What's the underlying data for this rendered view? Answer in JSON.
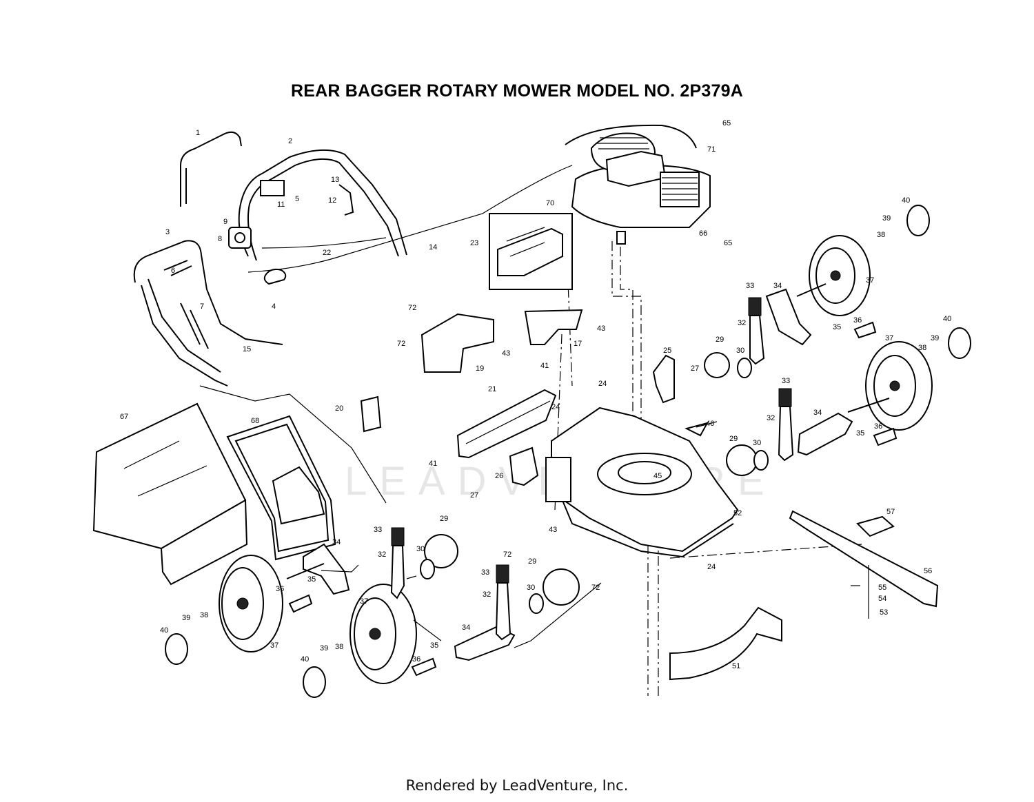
{
  "title": "REAR BAGGER ROTARY MOWER MODEL NO. 2P379A",
  "footer": "Rendered by LeadVenture, Inc.",
  "watermark": "LEADVENTURE",
  "callouts": [
    "1",
    "2",
    "3",
    "4",
    "5",
    "6",
    "7",
    "8",
    "9",
    "11",
    "12",
    "13",
    "14",
    "15",
    "17",
    "19",
    "20",
    "21",
    "22",
    "23",
    "24",
    "24",
    "24",
    "25",
    "26",
    "27",
    "27",
    "29",
    "29",
    "29",
    "29",
    "30",
    "30",
    "30",
    "30",
    "32",
    "32",
    "32",
    "32",
    "33",
    "33",
    "33",
    "33",
    "34",
    "34",
    "34",
    "34",
    "35",
    "35",
    "35",
    "35",
    "36",
    "36",
    "36",
    "36",
    "37",
    "37",
    "37",
    "37",
    "38",
    "38",
    "38",
    "38",
    "39",
    "39",
    "39",
    "39",
    "40",
    "40",
    "40",
    "40",
    "41",
    "41",
    "43",
    "43",
    "43",
    "45",
    "46",
    "51",
    "52",
    "53",
    "54",
    "55",
    "56",
    "57",
    "65",
    "65",
    "66",
    "67",
    "68",
    "70",
    "71",
    "72",
    "72",
    "72",
    "72"
  ]
}
